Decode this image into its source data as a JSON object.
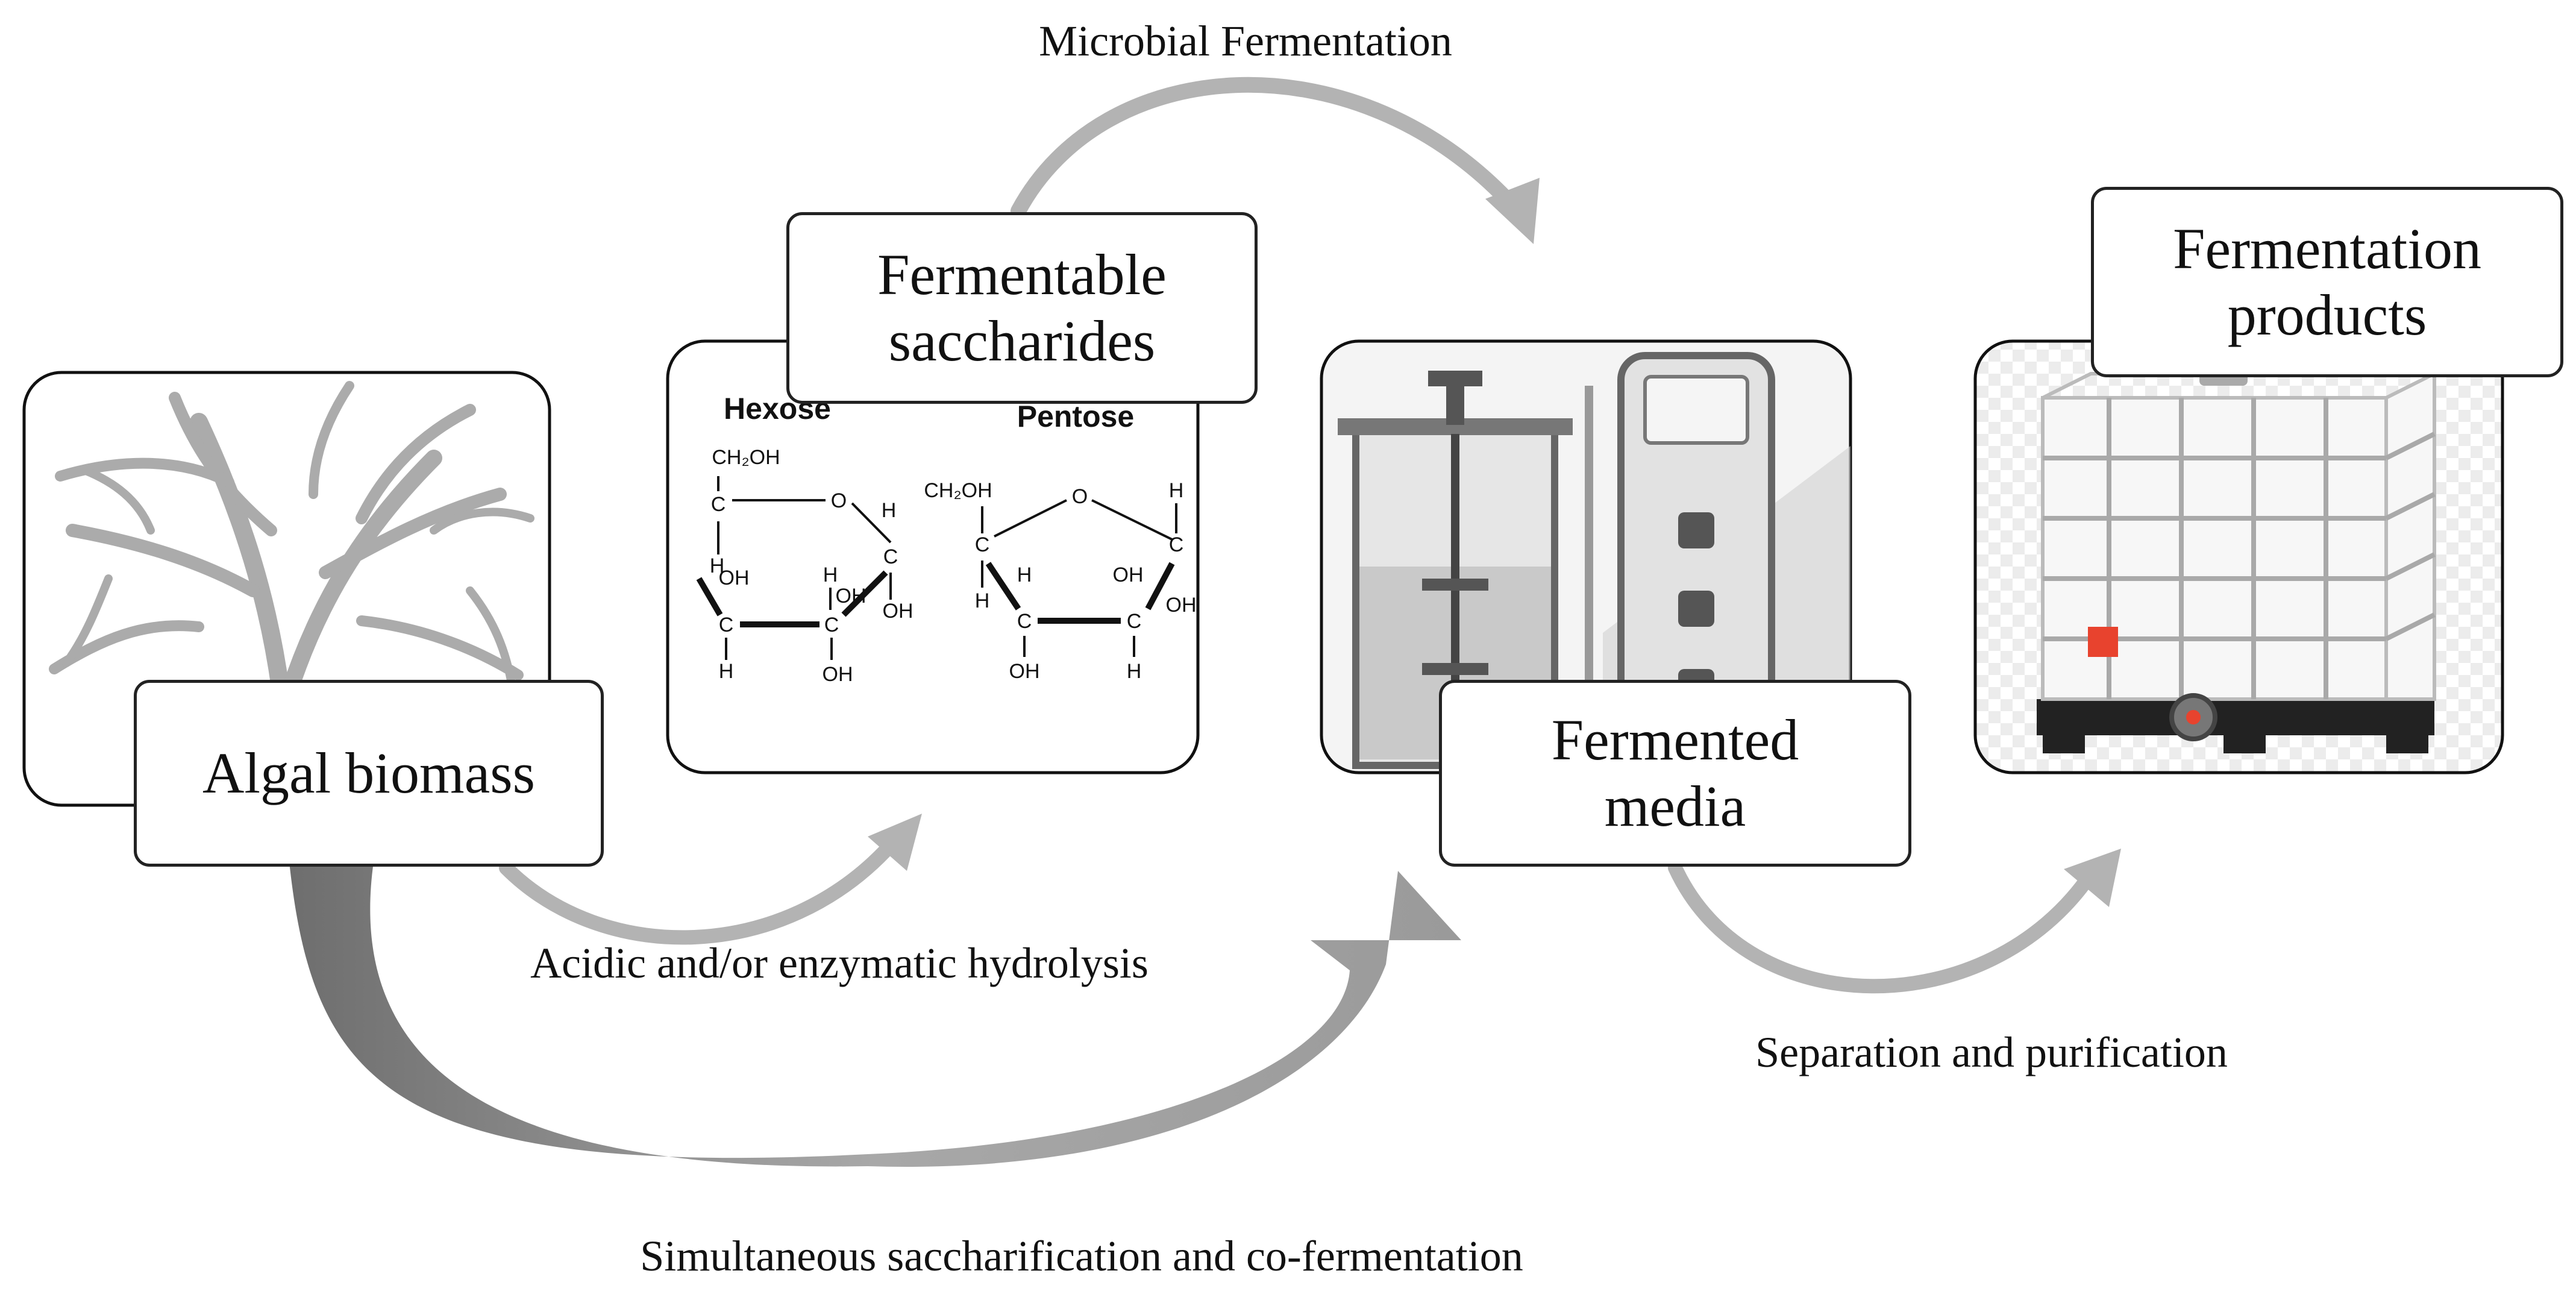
{
  "stages": {
    "algal_biomass": "Algal biomass",
    "fermentable_saccharides": "Fermentable saccharides",
    "fermented_media": "Fermented media",
    "fermentation_products": "Fermentation products"
  },
  "processes": {
    "microbial_fermentation": "Microbial Fermentation",
    "hydrolysis": "Acidic and/or enzymatic hydrolysis",
    "separation": "Separation and purification",
    "ssf": "Simultaneous saccharification and co-fermentation"
  },
  "sugars": {
    "hexose_title": "Hexose",
    "pentose_title": "Pentose",
    "ch2oh": "CH₂OH",
    "oh": "OH",
    "h": "H",
    "c": "C",
    "o": "O"
  },
  "colors": {
    "arrow_light": "#b3b3b3",
    "arrow_dark": "#8f8f8f",
    "image_border": "#111111",
    "label_border": "#222222"
  }
}
